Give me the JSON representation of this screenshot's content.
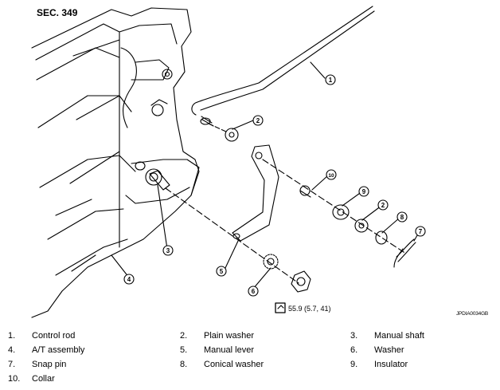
{
  "section_label": "SEC. 349",
  "figure_code": "JPDIA0034GB",
  "torque_spec": "55.9 (5.7, 41)",
  "callouts": [
    "1",
    "2",
    "3",
    "4",
    "5",
    "6",
    "7",
    "8",
    "9",
    "10",
    "2"
  ],
  "legend": [
    {
      "num": "1.",
      "label": "Control rod"
    },
    {
      "num": "2.",
      "label": "Plain washer"
    },
    {
      "num": "3.",
      "label": "Manual shaft"
    },
    {
      "num": "4.",
      "label": "A/T assembly"
    },
    {
      "num": "5.",
      "label": "Manual lever"
    },
    {
      "num": "6.",
      "label": "Washer"
    },
    {
      "num": "7.",
      "label": "Snap pin"
    },
    {
      "num": "8.",
      "label": "Conical washer"
    },
    {
      "num": "9.",
      "label": "Insulator"
    },
    {
      "num": "10.",
      "label": "Collar"
    }
  ]
}
